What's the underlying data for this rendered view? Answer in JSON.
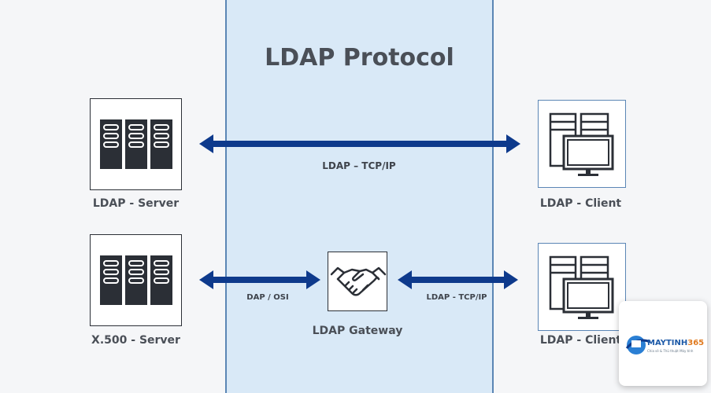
{
  "title": "LDAP Protocol",
  "nodes": {
    "ldap_server": "LDAP - Server",
    "x500_server": "X.500 - Server",
    "client_top": "LDAP - Client",
    "client_bottom": "LDAP - Client",
    "gateway": "LDAP Gateway"
  },
  "links": {
    "top": "LDAP – TCP/IP",
    "dap": "DAP / OSI",
    "gateway_client": "LDAP - TCP/IP"
  },
  "icons": {
    "server": "server-rack-icon",
    "client": "client-workstation-icon",
    "gateway": "handshake-icon"
  },
  "logo": {
    "name_part1": "MAYTINH",
    "name_part2": "365",
    "tagline": "Chia sẻ & Thủ thuật Máy tính"
  },
  "colors": {
    "band": "#d9e9f7",
    "band_border": "#5b86b5",
    "arrow": "#0e3a8c",
    "text": "#4a4f57"
  }
}
